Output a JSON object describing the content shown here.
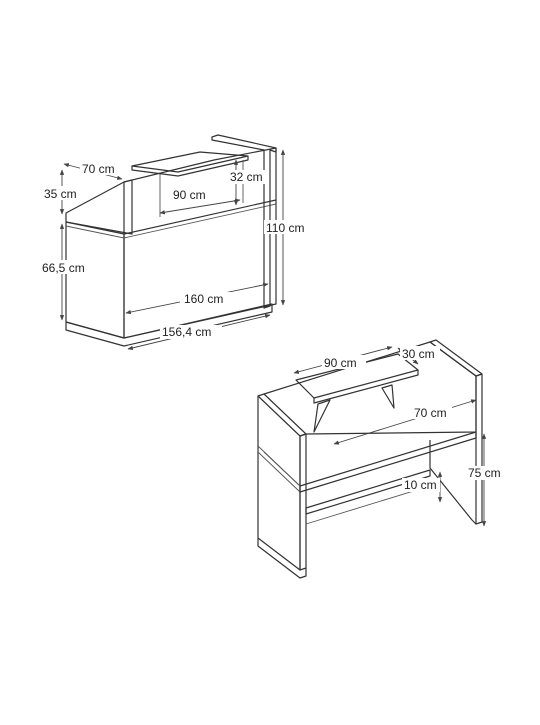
{
  "front_view": {
    "dims": {
      "shelf_depth": "70 cm",
      "upper_height": "35 cm",
      "lower_height": "66,5 cm",
      "total_height": "110 cm",
      "shelf_height": "32 cm",
      "shelf_width": "90 cm",
      "desk_width": "160 cm",
      "base_width": "156,4 cm"
    }
  },
  "back_view": {
    "dims": {
      "shelf_width": "90 cm",
      "shelf_depth": "30 cm",
      "desk_depth": "70 cm",
      "desk_height": "75 cm",
      "crossbar_height": "10 cm"
    }
  }
}
